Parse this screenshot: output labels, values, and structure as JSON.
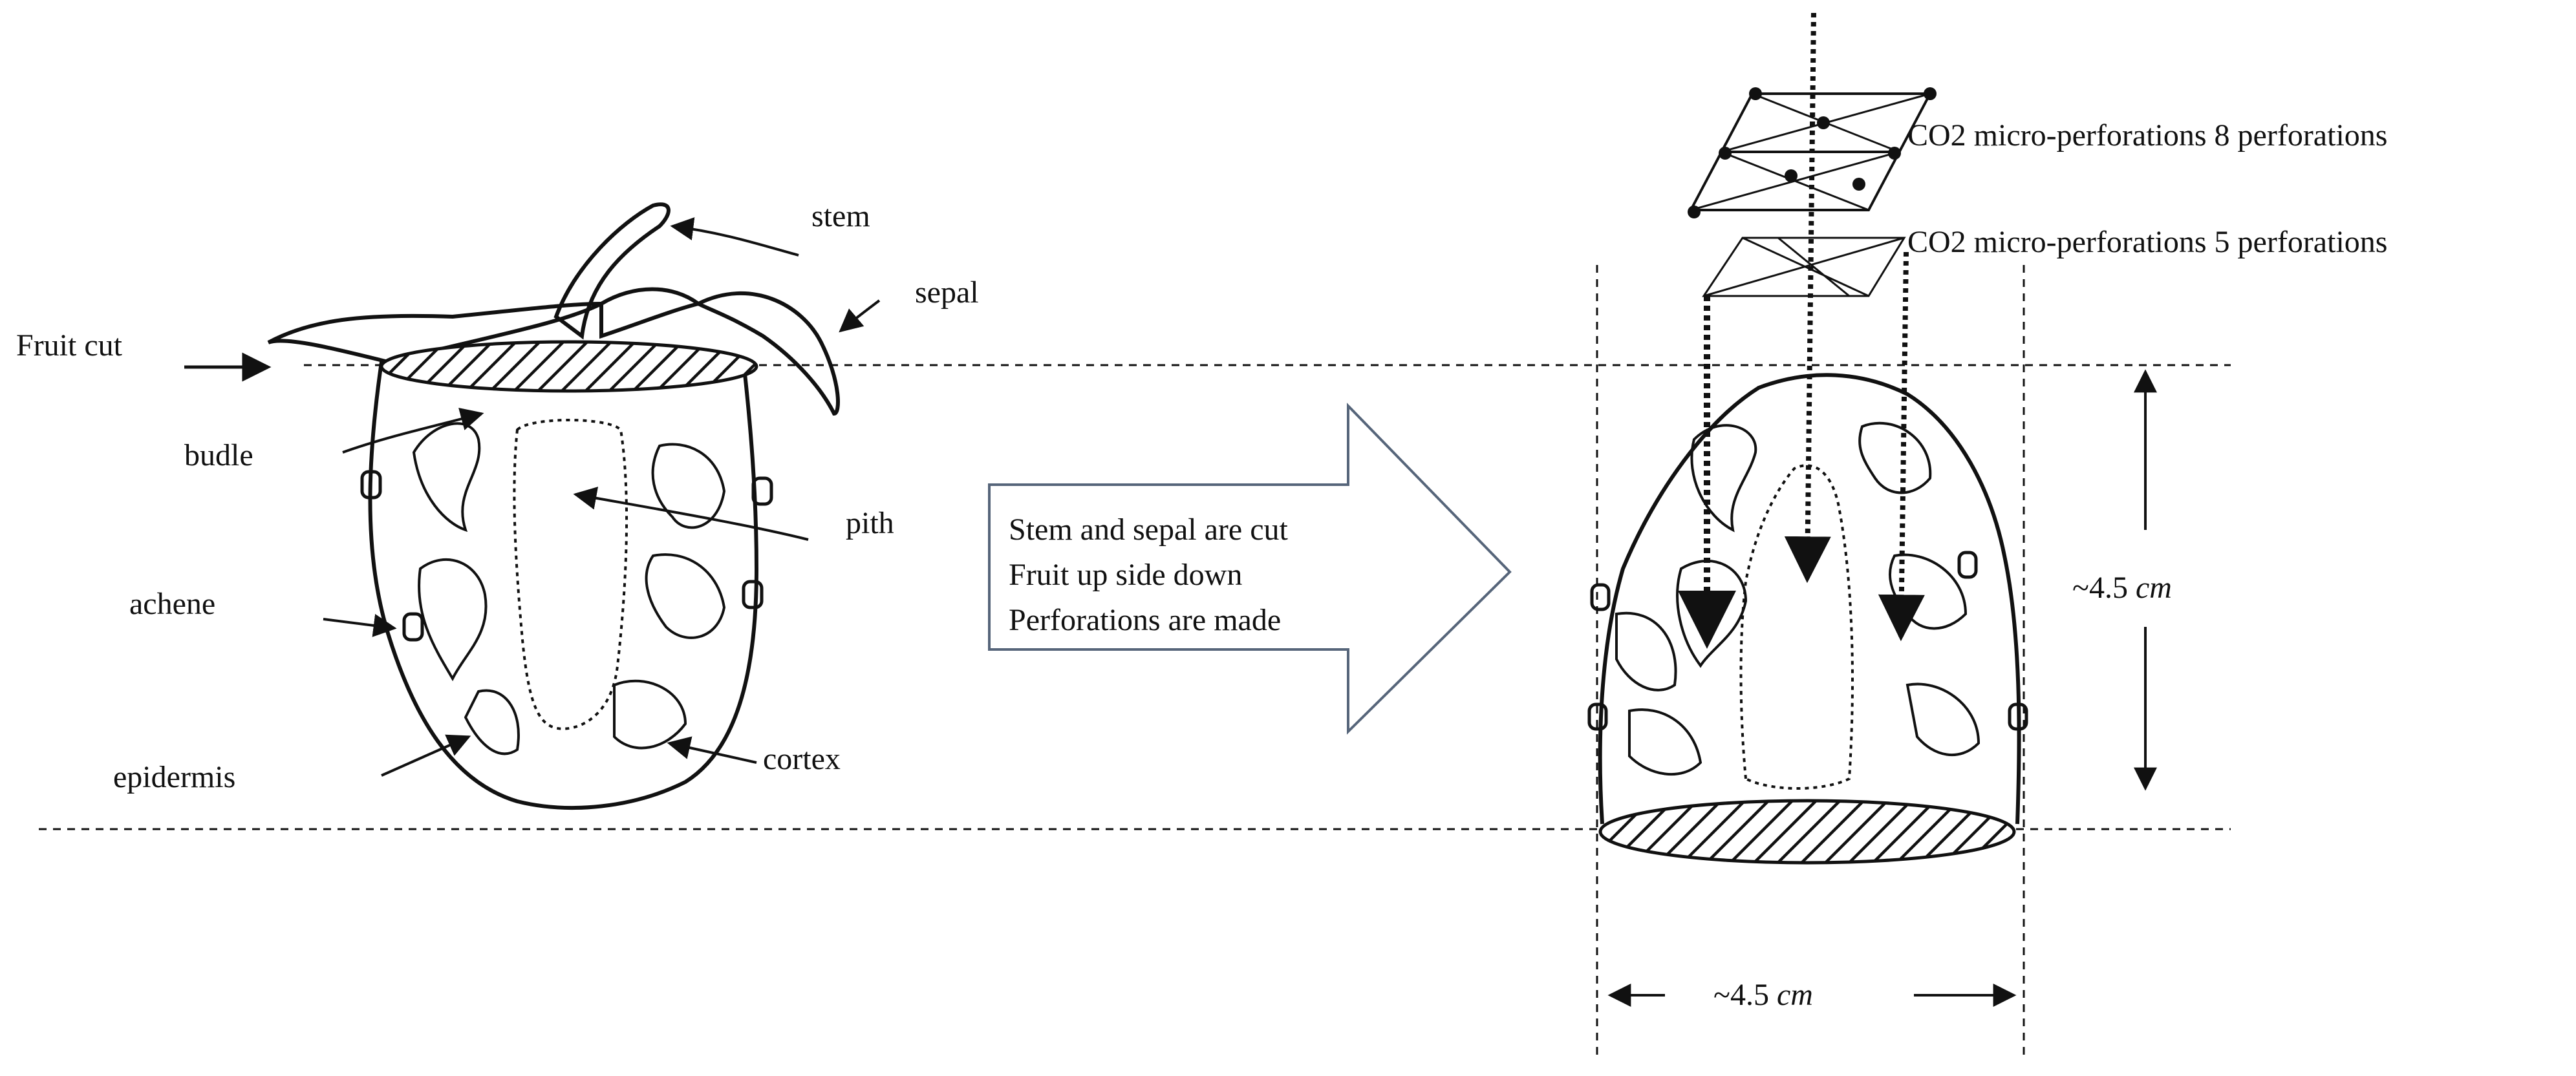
{
  "colors": {
    "ink": "#111111",
    "paper": "#ffffff"
  },
  "labels": {
    "stem": "stem",
    "sepal": "sepal",
    "fruit_cut": "Fruit cut",
    "budle": "budle",
    "pith": "pith",
    "achene": "achene",
    "epidermis": "epidermis",
    "cortex": "cortex"
  },
  "process_box": {
    "line1": "Stem and sepal are cut",
    "line2": "Fruit up side down",
    "line3": "Perforations are made"
  },
  "perforations": {
    "grid8": "CO2 micro-perforations 8 perforations",
    "grid5": "CO2 micro-perforations 5 perforations"
  },
  "dimensions": {
    "height_value": "~4.5 ",
    "height_unit": "cm",
    "width_value": "~4.5 ",
    "width_unit": "cm"
  }
}
